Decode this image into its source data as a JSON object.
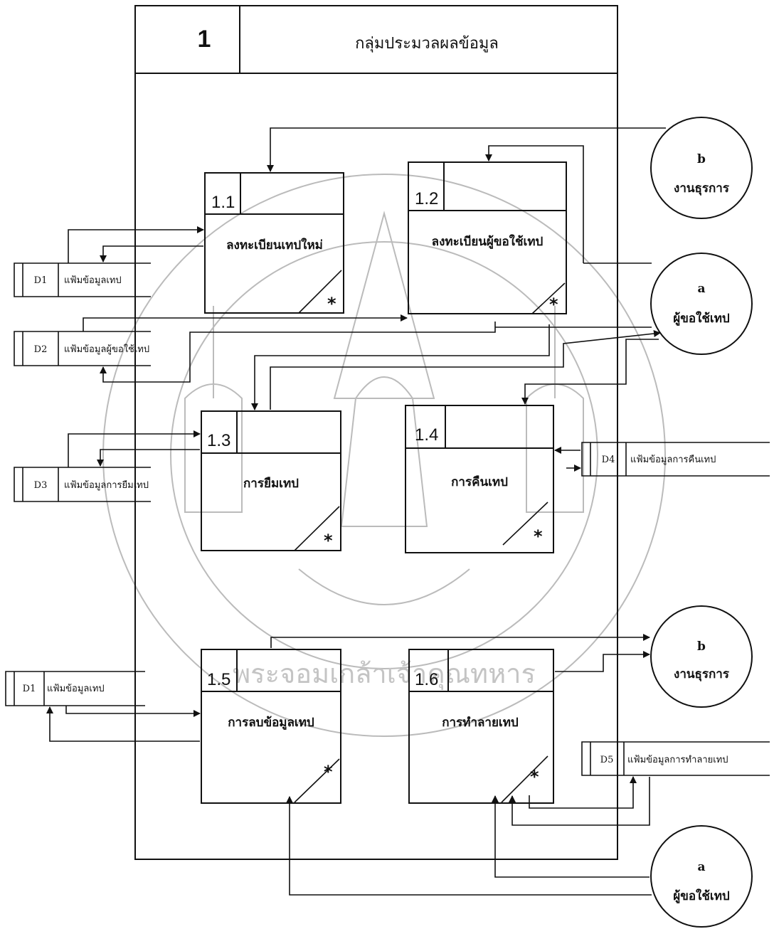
{
  "group": {
    "number": "1",
    "title": "กลุ่มประมวลผลข้อมูล"
  },
  "processes": [
    {
      "id": "1.1",
      "label": "ลงทะเบียนเทปใหม่",
      "star": "*"
    },
    {
      "id": "1.2",
      "label": "ลงทะเบียนผู้ขอใช้เทป",
      "star": "*"
    },
    {
      "id": "1.3",
      "label": "การยืมเทป",
      "star": "*"
    },
    {
      "id": "1.4",
      "label": "การคืนเทป",
      "star": "*"
    },
    {
      "id": "1.5",
      "label": "การลบข้อมูลเทป",
      "star": "*"
    },
    {
      "id": "1.6",
      "label": "การทำลายเทป",
      "star": "*"
    }
  ],
  "datastores": [
    {
      "code": "D1",
      "label": "แฟ้มข้อมูลเทป"
    },
    {
      "code": "D2",
      "label": "แฟ้มข้อมูลผู้ขอใช้เทป"
    },
    {
      "code": "D3",
      "label": "แฟ้มข้อมูลการยืมเทป"
    },
    {
      "code": "D4",
      "label": "แฟ้มข้อมูลการคืนเทป"
    },
    {
      "code": "D1",
      "label": "แฟ้มข้อมูลเทป"
    },
    {
      "code": "D5",
      "label": "แฟ้มข้อมูลการทำลายเทป"
    }
  ],
  "externals": [
    {
      "letter": "b",
      "label": "งานธุรการ"
    },
    {
      "letter": "a",
      "label": "ผู้ขอใช้เทป"
    },
    {
      "letter": "b",
      "label": "งานธุรการ"
    },
    {
      "letter": "a",
      "label": "ผู้ขอใช้เทป"
    }
  ],
  "watermark": {
    "text": "พระจอมเกล้าเจ้าคุณทหาร"
  }
}
